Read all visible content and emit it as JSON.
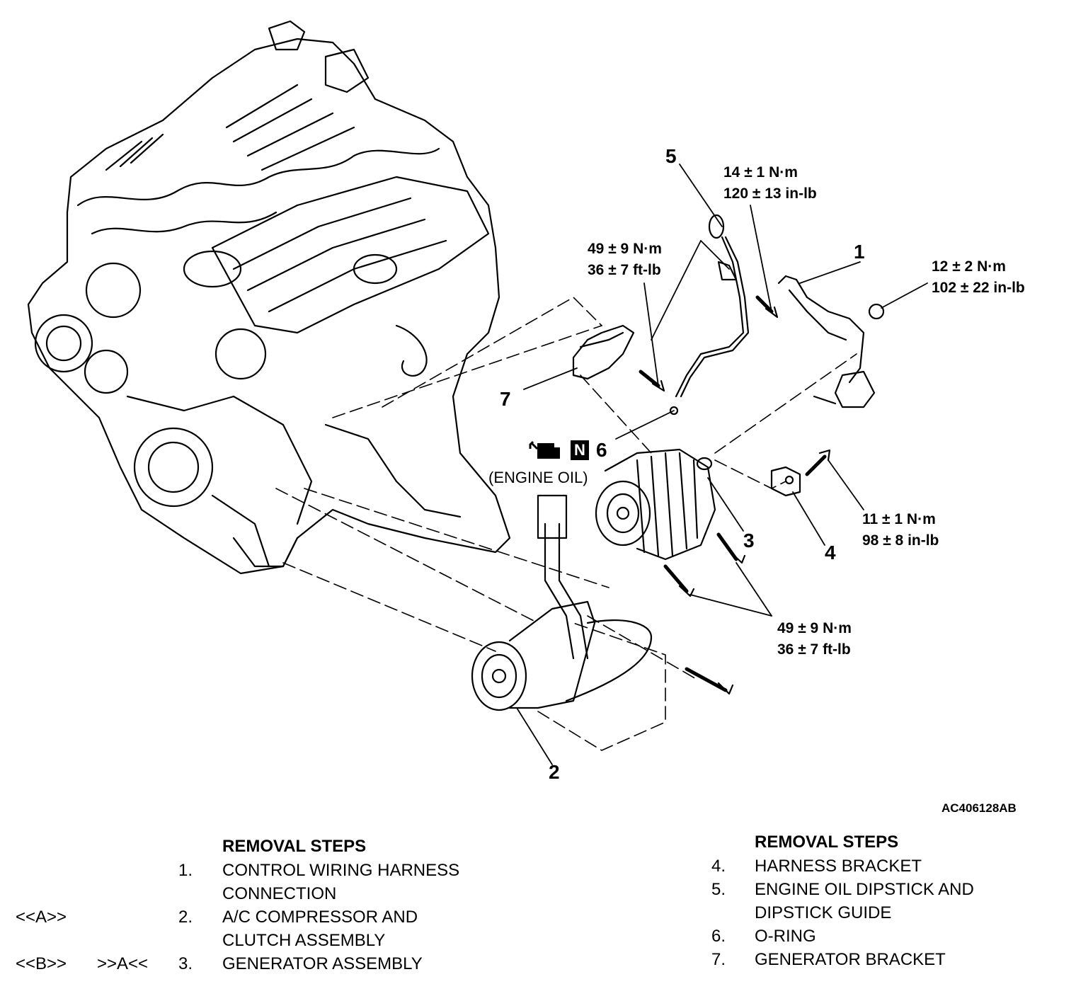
{
  "diagram": {
    "part_numbers": [
      "1",
      "2",
      "3",
      "4",
      "5",
      "6",
      "7"
    ],
    "torque_specs": [
      {
        "id": "t14",
        "line1": "14 ± 1 N·m",
        "line2": "120 ± 13 in-lb"
      },
      {
        "id": "t49a",
        "line1": "49 ± 9 N·m",
        "line2": "36 ± 7 ft-lb"
      },
      {
        "id": "t12",
        "line1": "12 ± 2 N·m",
        "line2": "102 ± 22 in-lb"
      },
      {
        "id": "t11",
        "line1": "11 ± 1 N·m",
        "line2": "98 ± 8 in-lb"
      },
      {
        "id": "t49b",
        "line1": "49 ± 9 N·m",
        "line2": "36 ± 7 ft-lb"
      }
    ],
    "oil_note": "(ENGINE OIL)",
    "oil_badge": "N",
    "figure_code": "AC406128AB"
  },
  "removal_steps": {
    "left": {
      "header": "REMOVAL STEPS",
      "items": [
        {
          "num": "1.",
          "text": "CONTROL WIRING HARNESS",
          "cont": "CONNECTION",
          "note": ""
        },
        {
          "num": "2.",
          "text": "A/C COMPRESSOR AND",
          "cont": "CLUTCH ASSEMBLY",
          "note": "<<A>>"
        },
        {
          "num": "3.",
          "text": "GENERATOR ASSEMBLY",
          "cont": "",
          "note": "<<B>>",
          "note2": ">>A<<"
        }
      ]
    },
    "right": {
      "header": "REMOVAL STEPS",
      "items": [
        {
          "num": "4.",
          "text": "HARNESS BRACKET",
          "cont": ""
        },
        {
          "num": "5.",
          "text": "ENGINE OIL DIPSTICK AND",
          "cont": "DIPSTICK GUIDE"
        },
        {
          "num": "6.",
          "text": "O-RING",
          "cont": ""
        },
        {
          "num": "7.",
          "text": "GENERATOR BRACKET",
          "cont": ""
        }
      ]
    }
  },
  "colors": {
    "ink": "#000000",
    "paper": "#ffffff"
  }
}
